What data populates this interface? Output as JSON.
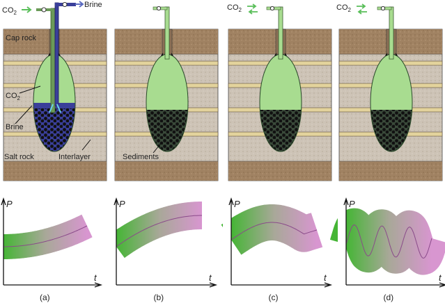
{
  "labels": {
    "co2": "CO",
    "co2_sub": "2",
    "brine_out": "Brine",
    "cap_rock": "Cap rock",
    "co2_in_cavern": "CO",
    "brine": "Brine",
    "salt_rock": "Salt rock",
    "interlayer": "Interlayer",
    "sediments": "Sediments"
  },
  "charts": [
    {
      "caption": "(a)",
      "ylabel": "P",
      "xlabel": "t"
    },
    {
      "caption": "(b)",
      "ylabel": "P",
      "xlabel": "t"
    },
    {
      "caption": "(c)",
      "ylabel": "P",
      "xlabel": "t"
    },
    {
      "caption": "(d)",
      "ylabel": "P",
      "xlabel": "t"
    }
  ],
  "colors": {
    "co2_green": "#a8dc90",
    "brine_blue": "#3a3f9a",
    "band_green": "#4cb83a",
    "band_pink": "#d79ad0",
    "cap_rock": "#9f8060",
    "salt_rock": "#cdc3b6",
    "interlayer": "#e3d39c"
  }
}
